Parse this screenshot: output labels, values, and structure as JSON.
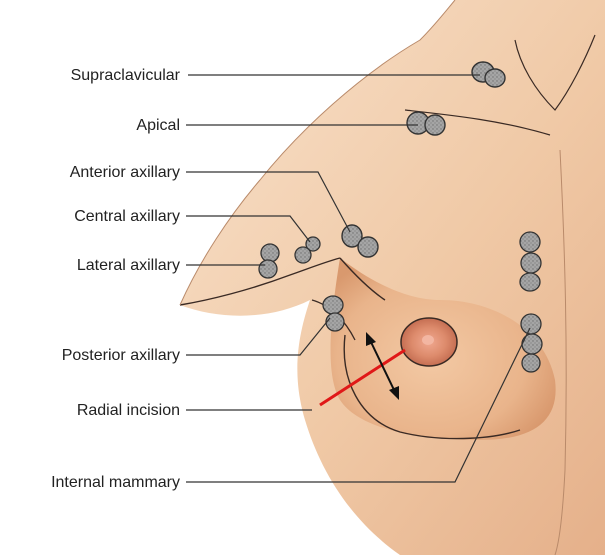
{
  "figure": {
    "labels": {
      "supraclavicular": "Supraclavicular",
      "apical": "Apical",
      "anterior_axillary": "Anterior axillary",
      "central_axillary": "Central axillary",
      "lateral_axillary": "Lateral axillary",
      "posterior_axillary": "Posterior axillary",
      "radial_incision": "Radial incision",
      "internal_mammary": "Internal mammary"
    }
  },
  "colors": {
    "skin_light": "#f6dcc2",
    "skin_mid": "#eab994",
    "skin_dark": "#d99a70",
    "node_fill": "#9a9a9a",
    "incision": "#e01818",
    "areola": "#d07a5c",
    "outline": "#3a2a24"
  }
}
